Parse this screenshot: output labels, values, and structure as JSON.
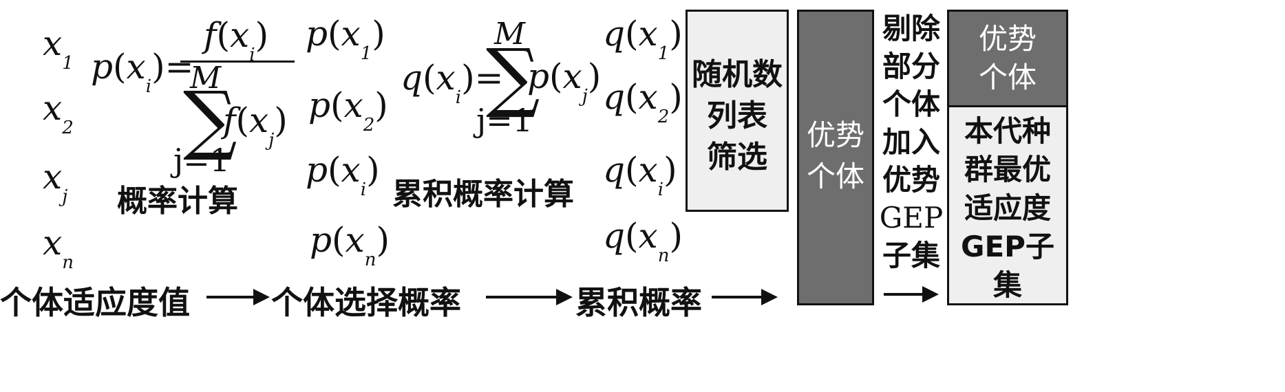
{
  "x_labels": [
    {
      "var": "x",
      "sub": "1"
    },
    {
      "var": "x",
      "sub": "2"
    },
    {
      "var": "x",
      "sub": "j"
    },
    {
      "var": "x",
      "sub": "n"
    }
  ],
  "p_labels": [
    {
      "var": "p",
      "arg": "x",
      "sub": "1"
    },
    {
      "var": "p",
      "arg": "x",
      "sub": "2"
    },
    {
      "var": "p",
      "arg": "x",
      "sub": "i"
    },
    {
      "var": "p",
      "arg": "x",
      "sub": "n"
    }
  ],
  "q_labels": [
    {
      "var": "q",
      "arg": "x",
      "sub": "1"
    },
    {
      "var": "q",
      "arg": "x",
      "sub": "2"
    },
    {
      "var": "q",
      "arg": "x",
      "sub": "i"
    },
    {
      "var": "q",
      "arg": "x",
      "sub": "n"
    }
  ],
  "formula_p": {
    "lhs_var": "p",
    "lhs_arg": "x",
    "lhs_sub": "i",
    "eq": "=",
    "num_fn": "f",
    "num_arg": "x",
    "num_sub": "i",
    "sum_upper": "M",
    "sum_lower": "j=1",
    "den_fn": "f",
    "den_arg": "x",
    "den_sub": "j",
    "caption": "概率计算"
  },
  "formula_q": {
    "lhs_var": "q",
    "lhs_arg": "x",
    "lhs_sub": "i",
    "eq": "=",
    "sum_upper": "M",
    "sum_lower": "j=1",
    "term_fn": "p",
    "term_arg": "x",
    "term_sub": "j",
    "caption": "累积概率计算"
  },
  "flow": {
    "step1": "个体适应度值",
    "step2": "个体选择概率",
    "step3": "累积概率"
  },
  "boxes": {
    "random_filter": [
      "随机数",
      "列表",
      "筛选"
    ],
    "dominant": [
      "优势",
      "个体"
    ],
    "remove_text": [
      "剔除",
      "部分",
      "个体",
      "加入",
      "优势",
      "GEP",
      "子集"
    ],
    "final_header": [
      "优势",
      "个体"
    ],
    "final_body": [
      "本代种",
      "群最优",
      "适应度",
      "GEP子",
      "集"
    ]
  },
  "colors": {
    "dark_fill": "#6e6e6e",
    "light_fill": "#efefef",
    "stroke": "#111111"
  }
}
